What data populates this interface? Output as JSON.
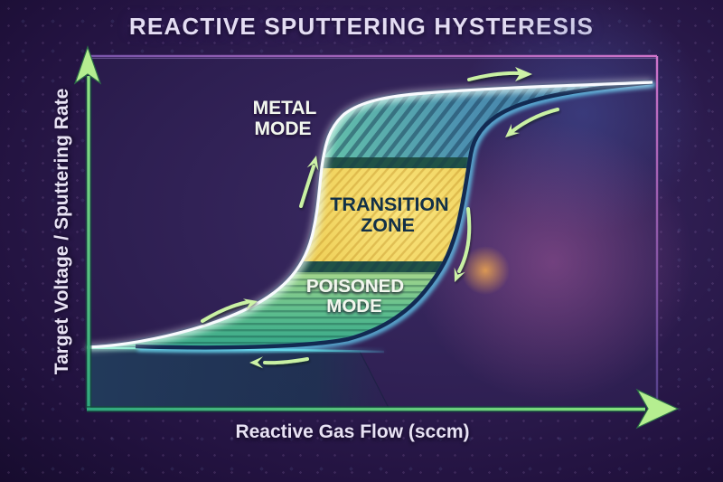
{
  "title": "REACTIVE SPUTTERING HYSTERESIS",
  "axes": {
    "x_label": "Reactive Gas Flow (sccm)",
    "y_label": "Target Voltage / Sputtering Rate"
  },
  "regions": {
    "metal": {
      "line1": "METAL",
      "line2": "MODE"
    },
    "transition": {
      "line1": "TRANSITION",
      "line2": "ZONE"
    },
    "poisoned": {
      "line1": "POISONED",
      "line2": "MODE"
    }
  },
  "icons": {
    "axis_arrows": "green-arrowheads-up-and-right",
    "loop_arrows": "curved-green-direction-arrows-clockwise"
  },
  "colors": {
    "background_purple": "#2f1e52",
    "border_pink": "#cf74cb",
    "border_violet": "#7a55ab",
    "axis_green": "#5fe0ac",
    "axis_arrow_green": "#b5ee90",
    "direction_arrow_green": "#c9f1a3",
    "curve_white": "#f8fafe",
    "curve_navy": "#122a52",
    "curve_cyan_glow": "#63d2f5",
    "metal_band_teal": "#4b93ad",
    "transition_band_yellow": "#f3d75f",
    "poisoned_band_green": "#55b98c",
    "divider_dark_teal": "#215247",
    "text_light": "#e8e2f4",
    "text_dark_navy": "#123048"
  }
}
